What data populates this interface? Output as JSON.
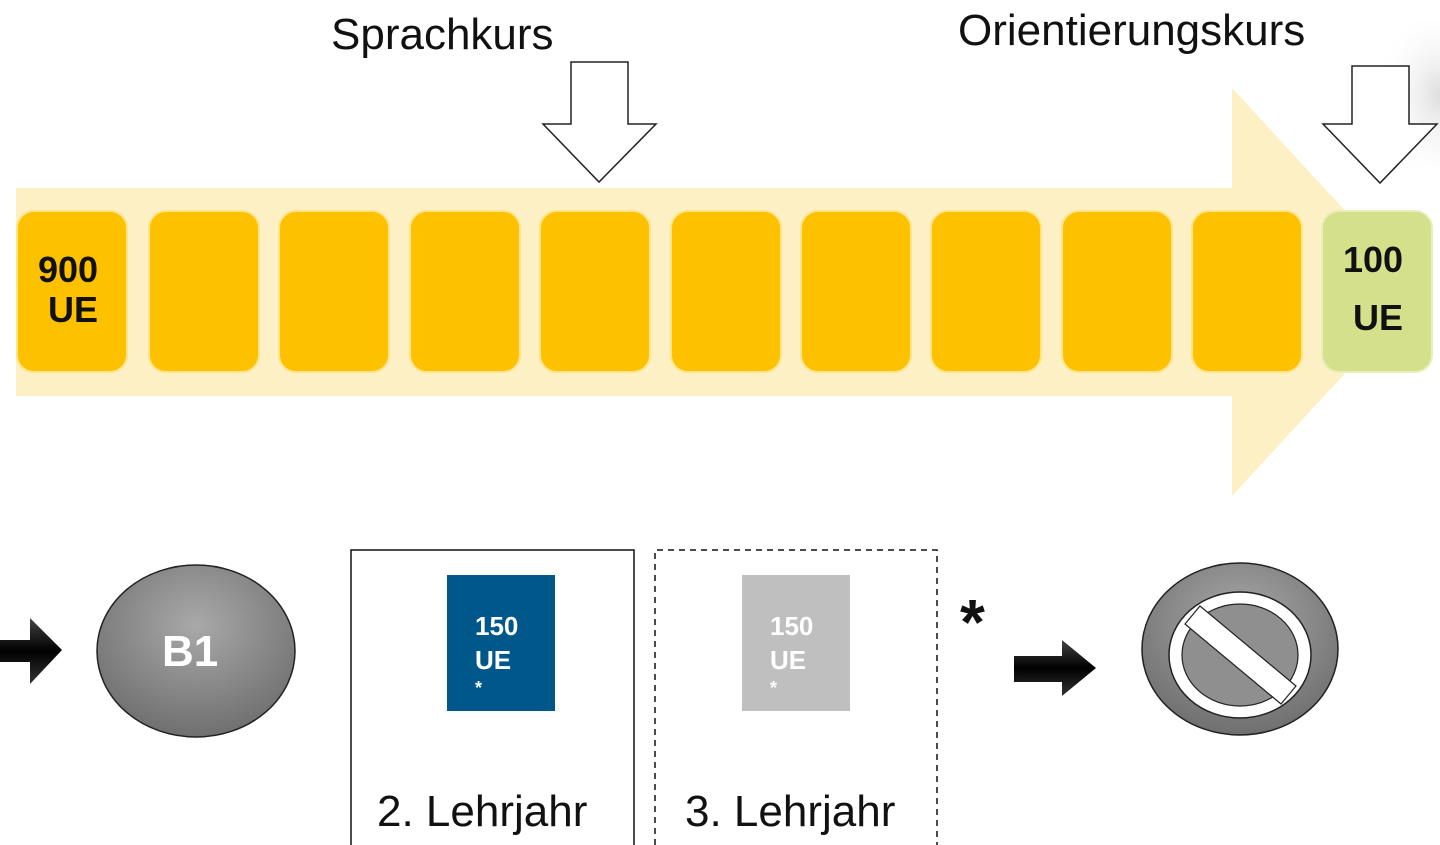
{
  "top": {
    "sprachkurs_label": "Sprachkurs",
    "orientierungskurs_label": "Orientierungskurs",
    "first_box": {
      "line1": "900",
      "line2": "UE"
    },
    "last_box": {
      "line1": "100",
      "line2": "UE"
    },
    "box_color": "#fdc100",
    "last_box_color": "#d4e08a",
    "band_color": "#fdf0c4"
  },
  "bottom": {
    "b1_label": "B1",
    "year2": {
      "course_line1": "150",
      "course_line2": "UE",
      "course_star": "*",
      "label": "2. Lehrjahr",
      "color": "#00588a"
    },
    "year3": {
      "course_line1": "150",
      "course_line2": "UE",
      "course_star": "*",
      "label": "3. Lehrjahr",
      "color": "#bfbfbf"
    },
    "asterisk": "*",
    "icons": [
      "arrow-right-icon",
      "no-entry-icon"
    ]
  }
}
